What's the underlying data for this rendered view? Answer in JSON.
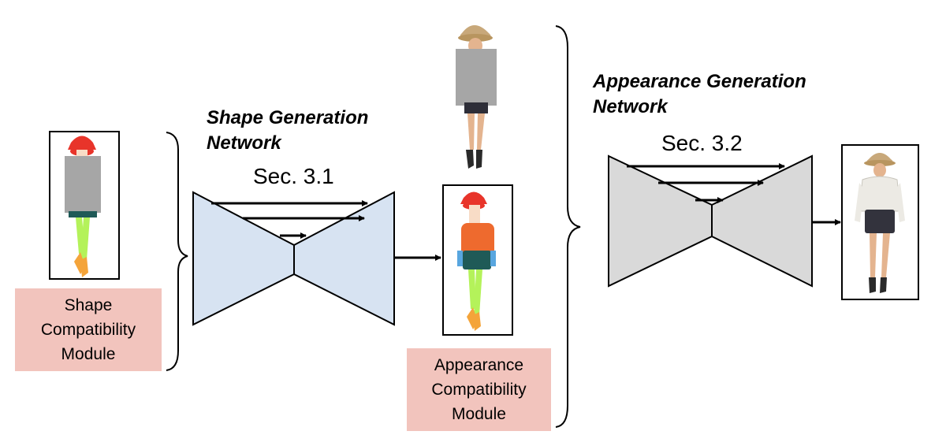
{
  "shape_module": {
    "line1": "Shape",
    "line2": "Compatibility",
    "line3": "Module"
  },
  "appearance_module": {
    "line1": "Appearance",
    "line2": "Compatibility",
    "line3": "Module"
  },
  "shape_network": {
    "title_line1": "Shape Generation",
    "title_line2": "Network",
    "section": "Sec. 3.1"
  },
  "appearance_network": {
    "title_line1": "Appearance Generation",
    "title_line2": "Network",
    "section": "Sec. 3.2"
  },
  "colors": {
    "module_box": "#f2c4bd",
    "shape_network_fill": "#d7e3f2",
    "appearance_network_fill": "#d9d9d9",
    "mask_gray": "#a6a6a6",
    "hat_red": "#e8342a",
    "skin": "#f8dcc6",
    "leg_green": "#b4f25a",
    "shoe_orange": "#f4a43a",
    "top_orange": "#ee6a2e",
    "shorts_teal": "#1f5a57",
    "hand_blue": "#58a6df"
  }
}
